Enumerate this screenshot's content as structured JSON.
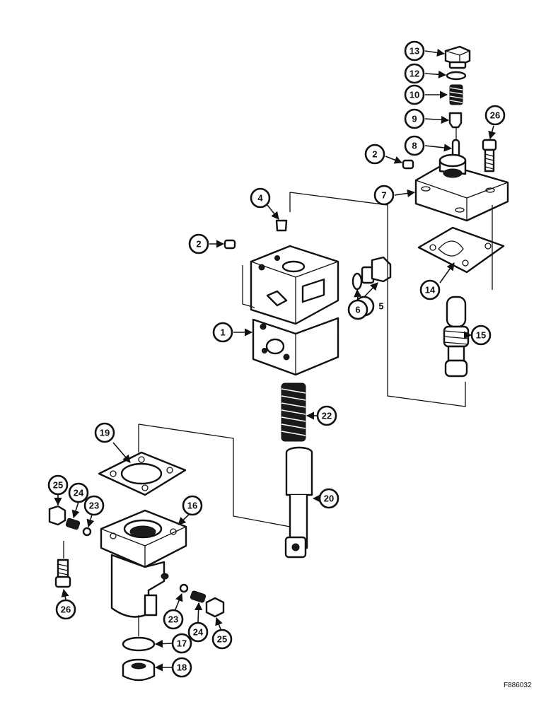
{
  "drawing_ref": "F886032",
  "callouts": [
    {
      "label": "13"
    },
    {
      "label": "12"
    },
    {
      "label": "10"
    },
    {
      "label": "9"
    },
    {
      "label": "8"
    },
    {
      "label": "26"
    },
    {
      "label": "2"
    },
    {
      "label": "7"
    },
    {
      "label": "4"
    },
    {
      "label": "2"
    },
    {
      "label": "5"
    },
    {
      "label": "6"
    },
    {
      "label": "14"
    },
    {
      "label": "1"
    },
    {
      "label": "15"
    },
    {
      "label": "22"
    },
    {
      "label": "19"
    },
    {
      "label": "20"
    },
    {
      "label": "25"
    },
    {
      "label": "24"
    },
    {
      "label": "23"
    },
    {
      "label": "16"
    },
    {
      "label": "26"
    },
    {
      "label": "23"
    },
    {
      "label": "24"
    },
    {
      "label": "25"
    },
    {
      "label": "17"
    },
    {
      "label": "18"
    }
  ]
}
